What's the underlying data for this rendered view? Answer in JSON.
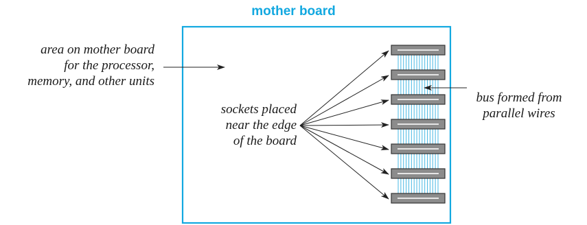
{
  "title": "mother board",
  "labels": {
    "area": [
      "area on mother board",
      "for the processor,",
      "memory, and other units"
    ],
    "sockets": [
      "sockets placed",
      "near the edge",
      "of the board"
    ],
    "bus": [
      "bus formed from",
      "parallel wires"
    ]
  },
  "colors": {
    "accent": "#12a8e0",
    "bus_wire": "#48b8e4",
    "socket_fill": "#8c8c8c",
    "socket_border": "#333333",
    "socket_stripe": "#e6e6e6",
    "arrow": "#222222"
  },
  "socket_count": 7,
  "bus_wire_count": 16
}
